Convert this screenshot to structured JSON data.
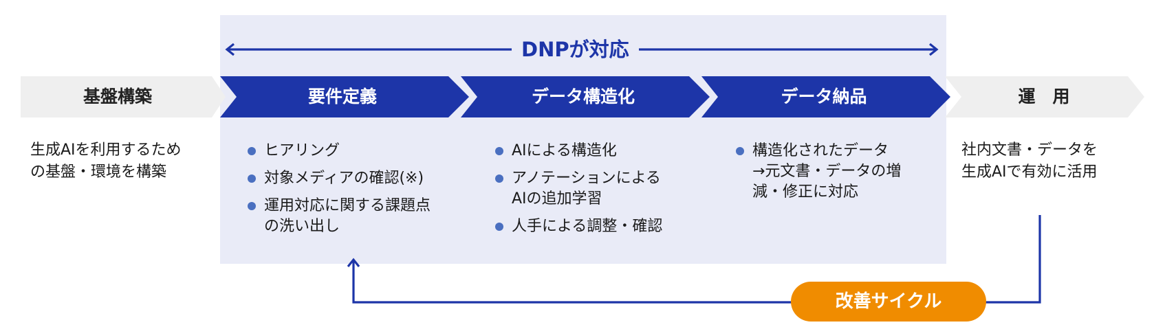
{
  "header": {
    "title": "DNPが対応"
  },
  "steps": [
    {
      "label": "基盤構築"
    },
    {
      "label": "要件定義"
    },
    {
      "label": "データ構造化"
    },
    {
      "label": "データ納品"
    },
    {
      "label": "運　用"
    }
  ],
  "descriptions": {
    "foundation": [
      "生成AIを利用するため",
      "の基盤・環境を構築"
    ],
    "operation": [
      "社内文書・データを",
      "生成AIで有効に活用"
    ]
  },
  "requirements": {
    "bullets": [
      {
        "lines": [
          "ヒアリング"
        ]
      },
      {
        "lines": [
          "対象メディアの確認(※)"
        ]
      },
      {
        "lines": [
          "運用対応に関する課題点",
          "の洗い出し"
        ]
      }
    ]
  },
  "structuring": {
    "bullets": [
      {
        "lines": [
          "AIによる構造化"
        ]
      },
      {
        "lines": [
          "アノテーションによる",
          "AIの追加学習"
        ]
      },
      {
        "lines": [
          "人手による調整・確認"
        ]
      }
    ]
  },
  "delivery": {
    "bullets": [
      {
        "lines": [
          "構造化されたデータ",
          "→元文書・データの増",
          "減・修正に対応"
        ]
      }
    ]
  },
  "cycle": {
    "label": "改善サイクル"
  },
  "colors": {
    "primary": "#1d35a8",
    "panel": "#e9ebf7",
    "light_step": "#efefef",
    "accent": "#f08c00",
    "bullet": "#4a6fc0"
  }
}
